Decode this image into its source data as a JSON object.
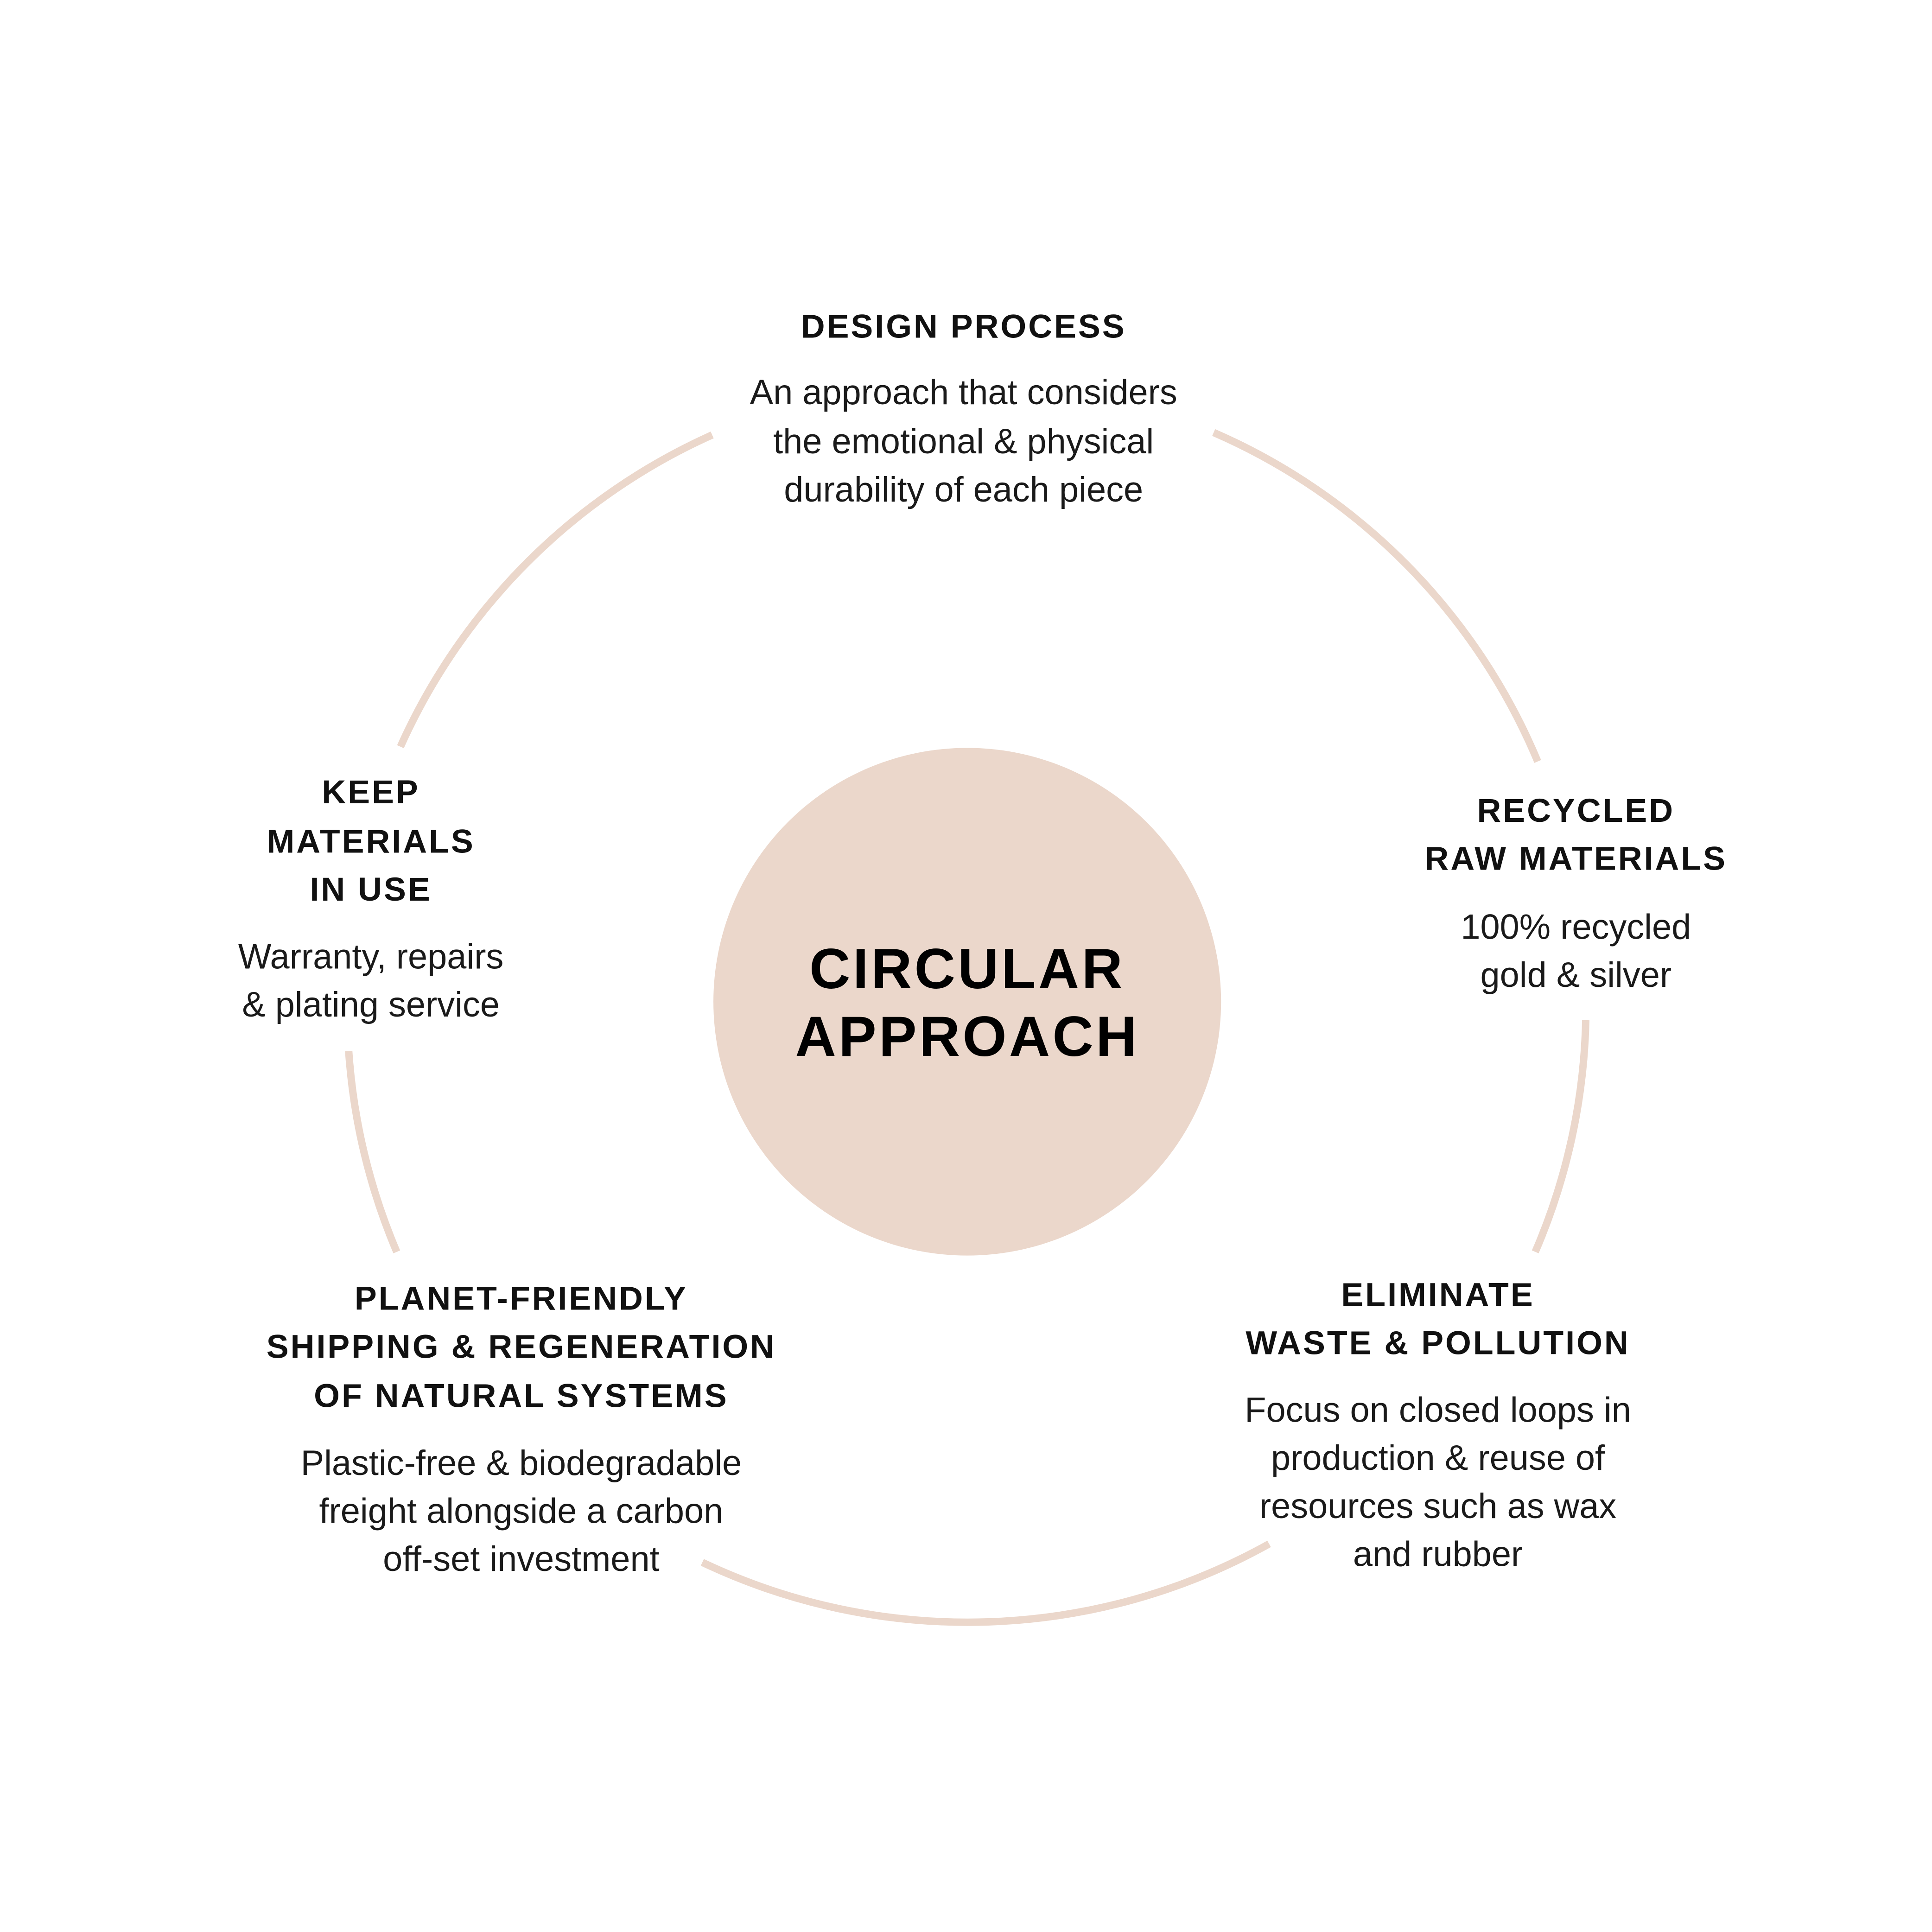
{
  "colors": {
    "accent": "#EBD7CB",
    "text": "#111111"
  },
  "center": {
    "line1": "CIRCULAR",
    "line2": "APPROACH"
  },
  "stages": [
    {
      "title": [
        "DESIGN PROCESS"
      ],
      "body": [
        "An approach that considers",
        "the emotional & physical",
        "durability of each piece"
      ]
    },
    {
      "title": [
        "RECYCLED",
        "RAW MATERIALS"
      ],
      "body": [
        "100% recycled",
        "gold & silver"
      ]
    },
    {
      "title": [
        "ELIMINATE",
        "WASTE & POLLUTION"
      ],
      "body": [
        "Focus on closed loops in",
        "production & reuse of",
        "resources such as wax",
        "and rubber"
      ]
    },
    {
      "title": [
        "PLANET-FRIENDLY",
        "SHIPPING & REGENERATION",
        "OF NATURAL SYSTEMS"
      ],
      "body": [
        "Plastic-free & biodegradable",
        "freight alongside a carbon",
        "off-set investment"
      ]
    },
    {
      "title": [
        "KEEP",
        "MATERIALS",
        "IN USE"
      ],
      "body": [
        "Warranty, repairs",
        "& plating service"
      ]
    }
  ]
}
